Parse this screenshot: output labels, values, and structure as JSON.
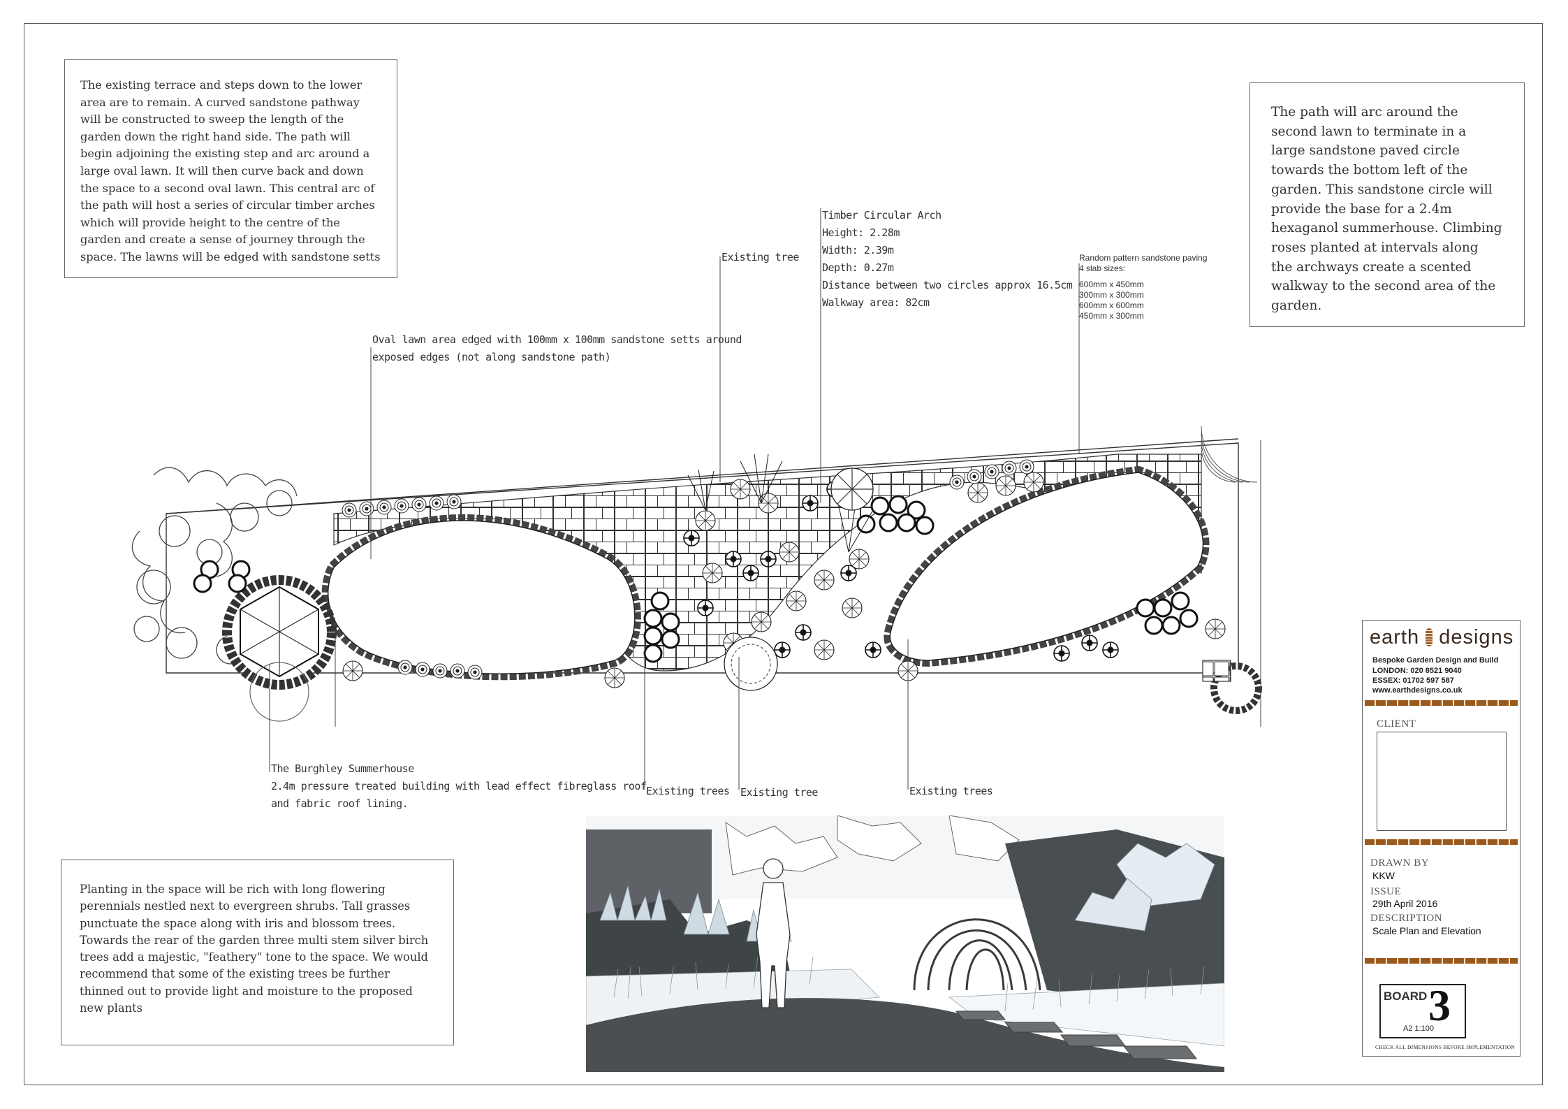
{
  "notes": {
    "top_left": "The existing terrace and steps down to the lower area are to remain. A curved sandstone pathway will be constructed to sweep the length of the garden down the right hand side. The path will begin adjoining the existing step and arc around a large oval lawn. It will then curve back and down the space to a second oval lawn. This central arc of the path will host a series of circular timber arches which will provide height to the centre of the garden and create a sense of journey through the space. The lawns will be edged with sandstone setts",
    "top_right": "The path will arc around the second lawn to terminate in a large sandstone paved circle towards the bottom left of the garden. This sandstone circle will provide the base for a 2.4m hexaganol summerhouse. Climbing roses planted at intervals along the archways create a scented walkway to the second area of the garden.",
    "bottom_left": "Planting in the space will be rich with long flowering perennials nestled next to evergreen shrubs. Tall grasses punctuate the space along with iris and blossom trees. Towards the rear of the garden three multi stem silver birch trees add a majestic, \"feathery\" tone to the space. We would recommend that some of the existing trees be further thinned out to provide light and moisture to the proposed new plants"
  },
  "annotations": {
    "oval_lawn": [
      "Oval lawn area edged with 100mm x 100mm sandstone setts around",
      "exposed edges (not along sandstone path)"
    ],
    "existing_tree_top": "Existing tree",
    "arch": [
      "Timber Circular Arch",
      "Height: 2.28m",
      "Width: 2.39m",
      "Depth: 0.27m",
      "Distance between two circles approx 16.5cm",
      "Walkway area: 82cm"
    ],
    "paving": [
      "Random pattern sandstone paving",
      "4 slab sizes:",
      "",
      "600mm x 450mm",
      "300mm x 300mm",
      "600mm x 600mm",
      "450mm x 300mm"
    ],
    "summerhouse": [
      "The Burghley Summerhouse",
      "2.4m pressure treated building with lead effect fibreglass roof",
      "and fabric roof lining."
    ],
    "existing_trees_1": "Existing trees",
    "existing_tree_2": "Existing tree",
    "existing_trees_3": "Existing trees"
  },
  "title_block": {
    "brand_left": "earth",
    "brand_right": "designs",
    "tagline": "Bespoke Garden Design and Build",
    "london": "LONDON: 020 8521 9040",
    "essex": "ESSEX: 01702 597 587",
    "website": "www.earthdesigns.co.uk",
    "client_label": "CLIENT",
    "drawn_by_label": "DRAWN BY",
    "drawn_by": "KKW",
    "issue_label": "ISSUE",
    "issue": "29th April 2016",
    "description_label": "DESCRIPTION",
    "description": "Scale Plan and Elevation",
    "board_label": "BOARD",
    "board_number": "3",
    "scale": "A2 1:100",
    "footer": "CHECK ALL DIMENSIONS BEFORE IMPLEMENTATION"
  }
}
